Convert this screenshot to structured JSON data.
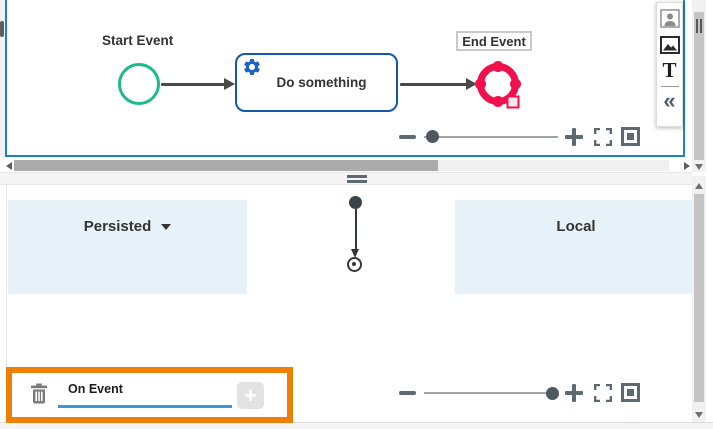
{
  "diagram": {
    "start_event_label": "Start Event",
    "task_label": "Do something",
    "end_event_label": "End Event"
  },
  "side_toolbar": {
    "text_tool_glyph": "T",
    "collapse_glyph": "«"
  },
  "panels": {
    "persisted_label": "Persisted",
    "local_label": "Local"
  },
  "event_editor": {
    "input_value": "On Event",
    "add_glyph": "+"
  },
  "icons": {
    "portrait": "framed-person",
    "image": "framed-photo",
    "text_tool": "letter-T",
    "collapse": "double-chevron-left",
    "gear": "service-task-gear",
    "trash": "trash-can",
    "add": "plus",
    "zoom_out": "minus",
    "zoom_in": "plus",
    "fit_viewport": "corner-brackets",
    "reset_zoom": "square-in-square",
    "persisted_dropdown": "caret-down"
  },
  "colors": {
    "panel_border_blue": "#1F82C6",
    "task_border_blue": "#1358AC",
    "gear_blue": "#1D63C4",
    "start_event_green": "#1EB98C",
    "end_event_red": "#F2104C",
    "highlight_orange": "#EE7F05",
    "lane_bg_blue": "#E7F1F8",
    "input_underline_blue": "#3E97D3",
    "control_gray": "#5E6A72"
  }
}
